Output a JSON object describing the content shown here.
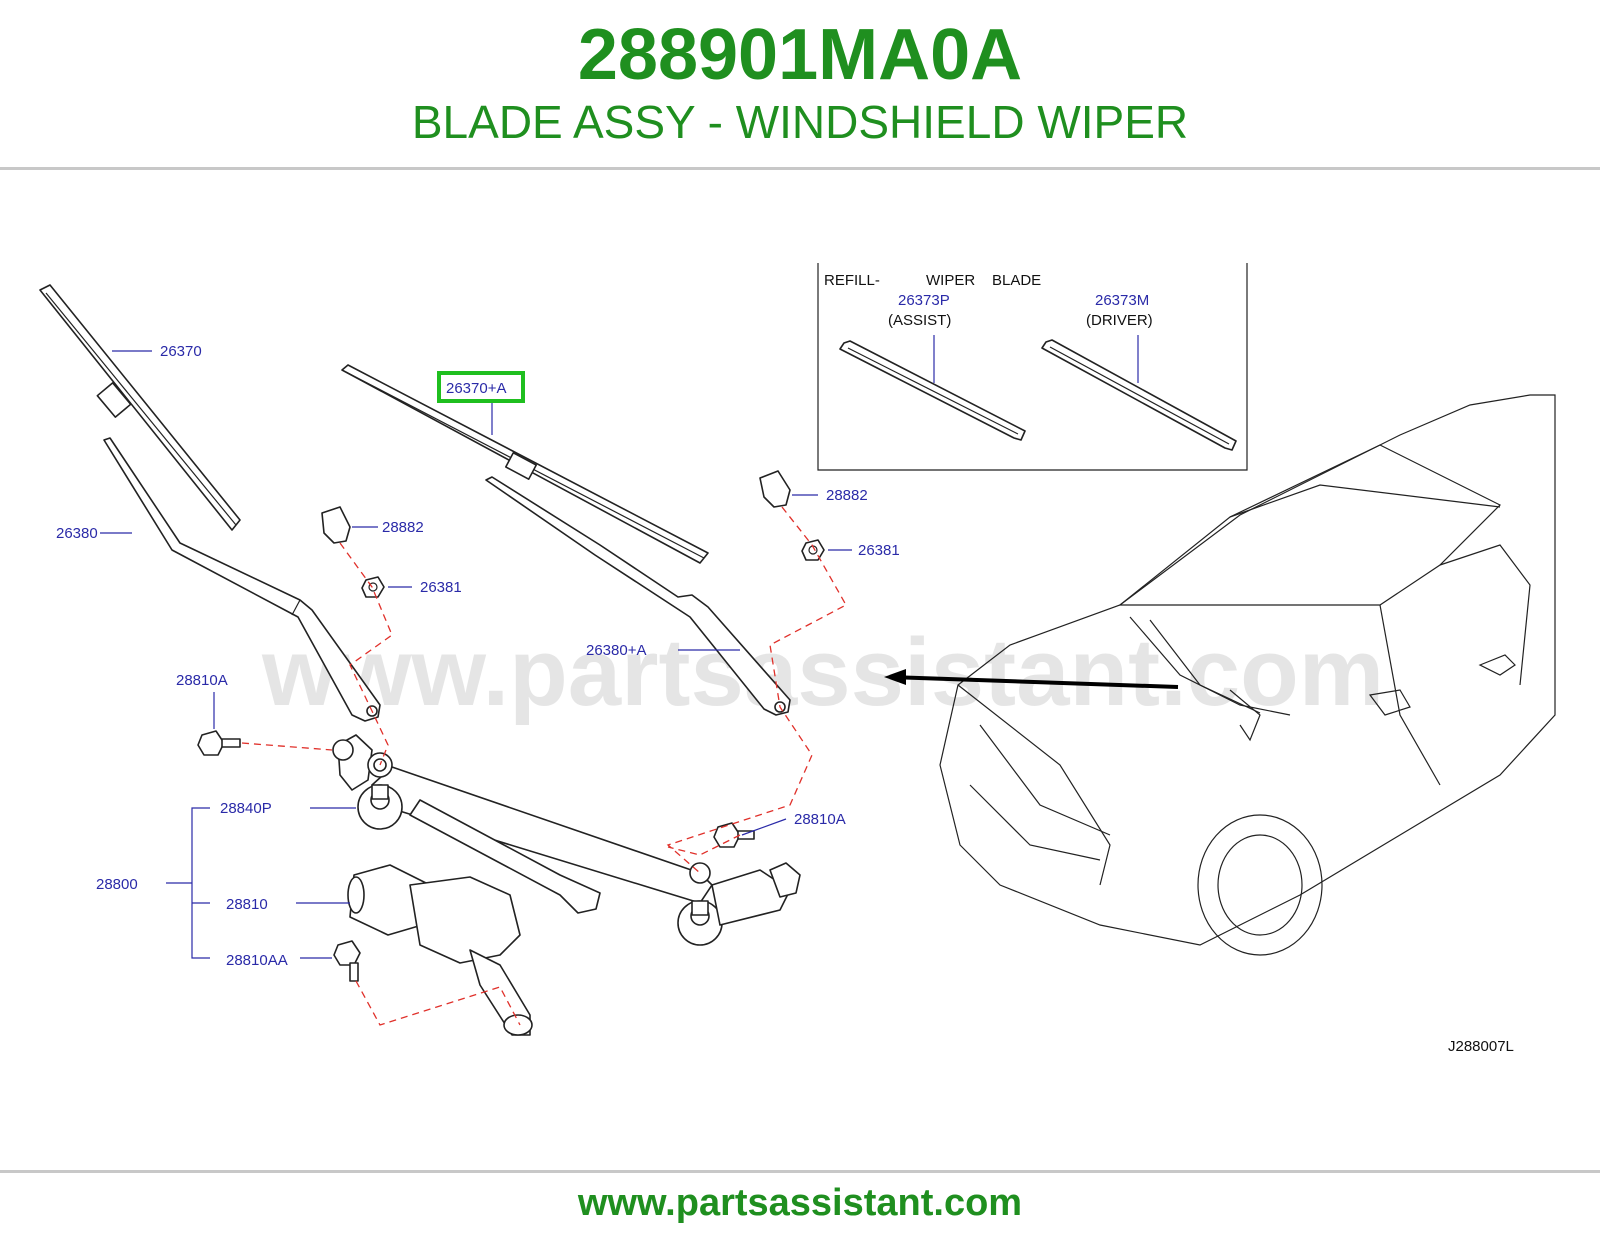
{
  "header": {
    "part_number": "288901MA0A",
    "description": "BLADE ASSY - WINDSHIELD WIPER"
  },
  "inset": {
    "title_left": "REFILL-",
    "title_mid": "WIPER",
    "title_right": "BLADE",
    "assist_part": "26373P",
    "assist_label": "(ASSIST)",
    "driver_part": "26373M",
    "driver_label": "(DRIVER)"
  },
  "labels": {
    "blade_left": "26370",
    "blade_highlight": "26370+A",
    "arm_left": "26380",
    "arm_right": "26380+A",
    "cap_left": "28882",
    "cap_right": "28882",
    "nut_left": "26381",
    "nut_right": "26381",
    "bolt_upper_left": "28810A",
    "bolt_right": "28810A",
    "pivot": "28840P",
    "assembly": "28800",
    "motor": "28810",
    "bolt_lower": "28810AA"
  },
  "drawing_code": "J288007L",
  "watermark": "www.partsassistant.com",
  "footer": "www.partsassistant.com",
  "colors": {
    "header_green": "#1f8f1f",
    "label_blue": "#2a2aa8",
    "highlight_green": "#1fbf1f",
    "dash_red": "#e0302a"
  }
}
